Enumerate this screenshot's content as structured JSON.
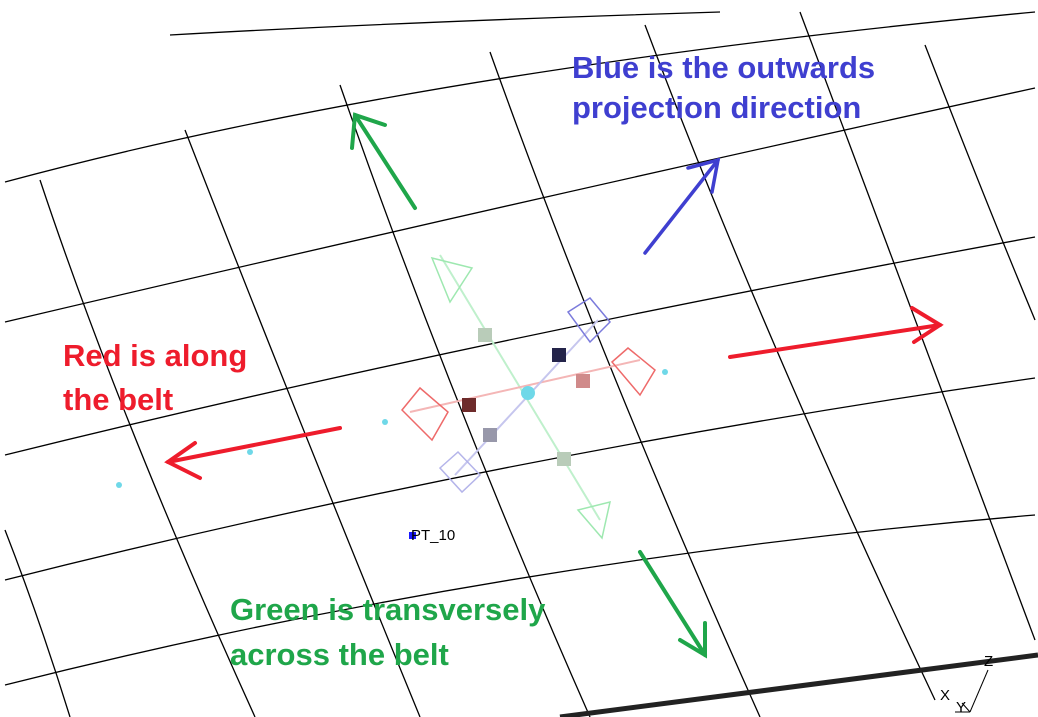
{
  "annotations": {
    "blue_line1": "Blue is the outwards",
    "blue_line2": "projection direction",
    "red_line1": "Red is along",
    "red_line2": "the belt",
    "green_line1": "Green is transversely",
    "green_line2": "across the belt"
  },
  "point_label": "PT_10",
  "triad": {
    "z": "Z",
    "x": "X",
    "y": "Y"
  },
  "colors": {
    "red": "#ee1c2c",
    "green": "#1fa64a",
    "blue": "#3f3fd0",
    "mesh": "#000000",
    "node": "#6fd8e8",
    "point": "#1a1aff"
  }
}
